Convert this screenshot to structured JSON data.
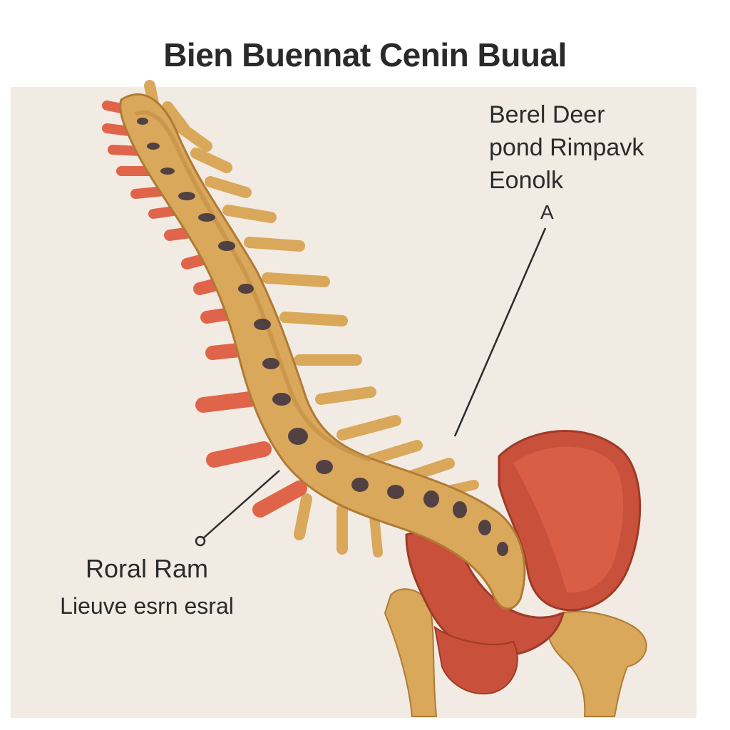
{
  "title": "Bien Buennat Cenin Buual",
  "labels": {
    "top_right": {
      "line1": "Berel Deer",
      "line2": "pond Rimpavk",
      "line3": "Eonolk"
    },
    "marker": "A",
    "bottom_left": {
      "line1": "Roral Ram",
      "line2": "Lieuve esrn esral"
    }
  },
  "colors": {
    "background": "#f2ebe3",
    "bone": "#d9a85a",
    "bone_dark": "#b07a35",
    "muscle": "#c9503a",
    "muscle_light": "#e0644a",
    "spot": "#3a3040",
    "text": "#2b2b2b"
  },
  "icons": [
    "spine-illustration",
    "pelvis-illustration",
    "femur-illustration"
  ]
}
